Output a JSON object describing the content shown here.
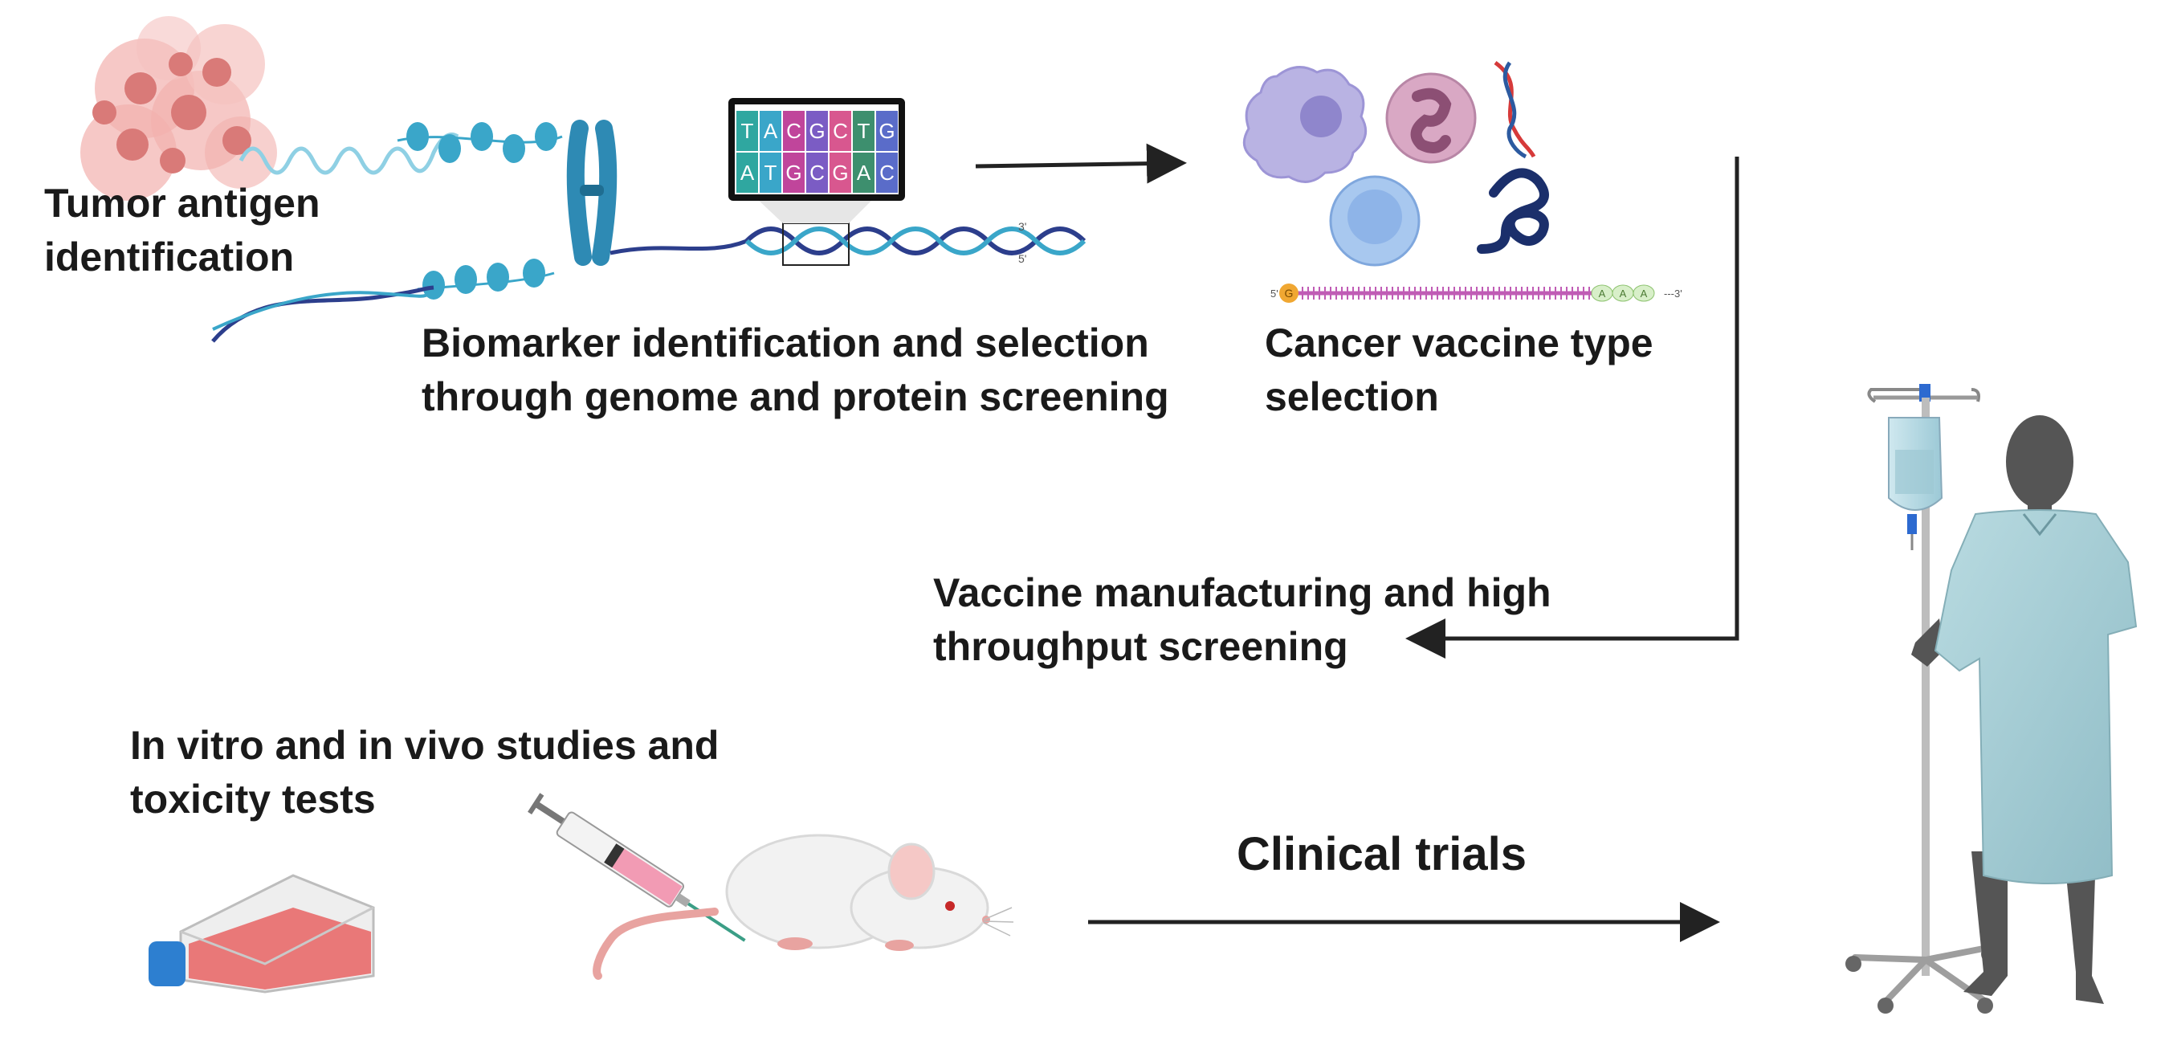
{
  "steps": {
    "tumor": {
      "line1": "Tumor antigen",
      "line2": "identification"
    },
    "biomarker": {
      "line1": "Biomarker identification and selection",
      "line2": "through genome and protein screening"
    },
    "vaccine_type": {
      "line1": "Cancer vaccine type",
      "line2": "selection"
    },
    "manufacturing": {
      "line1": "Vaccine manufacturing and high",
      "line2": "throughput screening"
    },
    "studies": {
      "line1": "In vitro and in vivo studies and",
      "line2": "toxicity tests"
    },
    "clinical": {
      "label": "Clinical trials"
    }
  },
  "sequence_display": {
    "top": [
      "T",
      "A",
      "C",
      "G",
      "C",
      "T",
      "G"
    ],
    "bottom": [
      "A",
      "T",
      "G",
      "C",
      "G",
      "A",
      "C"
    ]
  },
  "strand_ends": {
    "three_prime": "3'",
    "five_prime": "5'"
  },
  "mrna": {
    "five_prime": "5'",
    "cap": "G",
    "tail": [
      "A",
      "A",
      "A"
    ],
    "three_prime": "---3'"
  },
  "colors": {
    "arrow": "#222222",
    "tumor": "#e88b8b",
    "chromatin": "#3aa6c9",
    "flask_liquid": "#e86a6a",
    "gown": "#a9cfd6",
    "patient_skin": "#555555"
  },
  "icons": [
    "tumor-cells-icon",
    "chromatin-icon",
    "chromosome-icon",
    "dna-helix-icon",
    "sequencing-monitor-icon",
    "dendritic-cell-icon",
    "neutrophil-icon",
    "dna-icon",
    "lymphocyte-icon",
    "peptide-icon",
    "mrna-icon",
    "culture-flask-icon",
    "syringe-icon",
    "mouse-icon",
    "iv-stand-icon",
    "patient-icon"
  ]
}
